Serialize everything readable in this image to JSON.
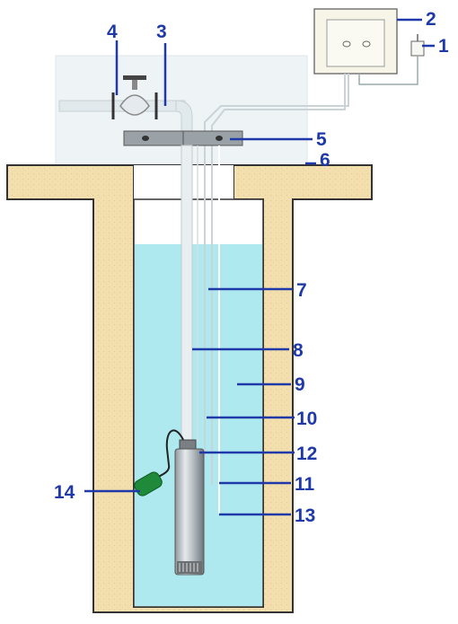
{
  "colors": {
    "number_text": "#1f3aa8",
    "leader_line": "#1f3aa8",
    "well_wall": "#f3dfae",
    "well_wall_outline": "#333333",
    "water": "#aee9f0",
    "wellhouse_wall": "#eef3f6",
    "float_switch": "#1f8a3a",
    "pump_body": "#bcc3c8",
    "control_box": "#f7f5e8"
  },
  "icons": {
    "valve": "gate-valve-icon",
    "plug": "electric-plug-icon",
    "control_box": "control-box-icon",
    "pump": "submersible-pump-icon",
    "float_switch": "float-switch-icon"
  },
  "labels": {
    "l1": "1",
    "l2": "2",
    "l3": "3",
    "l4": "4",
    "l5": "5",
    "l6": "6",
    "l7": "7",
    "l8": "8",
    "l9": "9",
    "l10": "10",
    "l11": "11",
    "l12": "12",
    "l13": "13",
    "l14": "14"
  }
}
